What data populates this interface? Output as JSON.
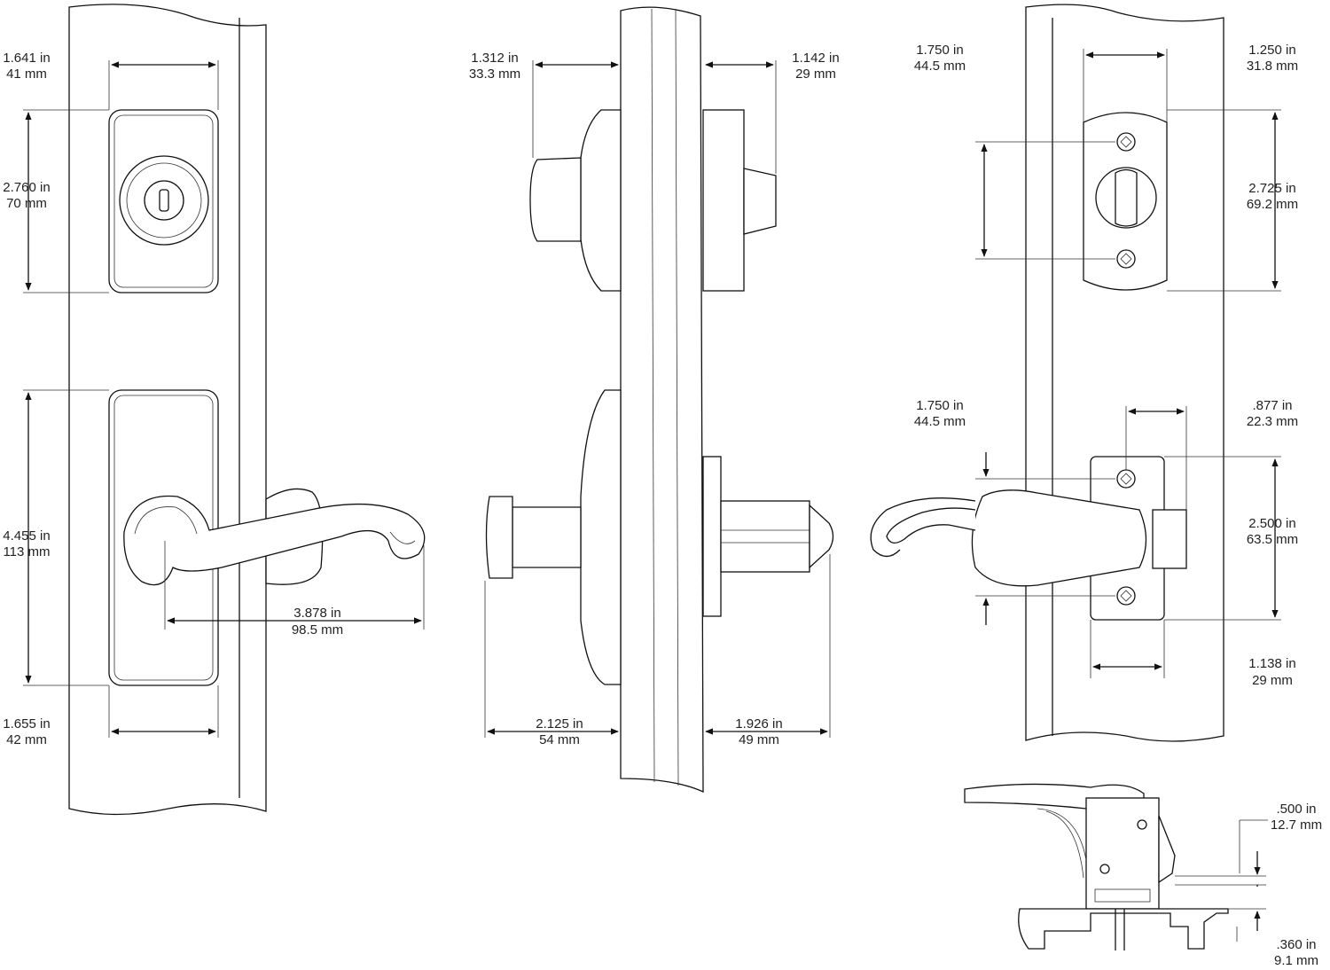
{
  "dims": {
    "front": {
      "plate_width_top": [
        "1.641 in",
        "41 mm"
      ],
      "key_plate_height": [
        "2.760 in",
        "70 mm"
      ],
      "lever_plate_height": [
        "4.455 in",
        "113 mm"
      ],
      "lever_reach": [
        "3.878 in",
        "98.5 mm"
      ],
      "plate_width_bottom": [
        "1.655 in",
        "42 mm"
      ]
    },
    "side": {
      "key_cyl_proj": [
        "1.312 in",
        "33.3 mm"
      ],
      "inside_proj_top": [
        "1.142 in",
        "29 mm"
      ],
      "outer_proj": [
        "2.125 in",
        "54 mm"
      ],
      "inner_proj": [
        "1.926 in",
        "49 mm"
      ]
    },
    "back": {
      "screw_spacing_top": [
        "1.750 in",
        "44.5 mm"
      ],
      "deadbolt_width": [
        "1.250 in",
        "31.8 mm"
      ],
      "deadbolt_height": [
        "2.725 in",
        "69.2 mm"
      ],
      "screw_spacing_bottom": [
        "1.750 in",
        "44.5 mm"
      ],
      "latch_offset": [
        ".877 in",
        "22.3 mm"
      ],
      "latch_height": [
        "2.500 in",
        "63.5 mm"
      ],
      "latch_width": [
        "1.138 in",
        "29 mm"
      ]
    },
    "detail": {
      "lever_clearance": [
        ".500 in",
        "12.7 mm"
      ],
      "base_height": [
        ".360 in",
        "9.1 mm"
      ]
    }
  }
}
